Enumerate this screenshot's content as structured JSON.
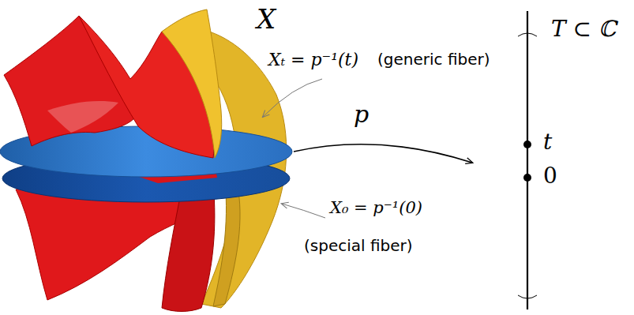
{
  "diagram": {
    "labels": [
      "X",
      "Xₜ = p⁻¹(t)",
      "(generic fiber)",
      "p",
      "X₀ = p⁻¹(0)",
      "(special fiber)",
      "T ⊂ ℂ",
      "t",
      "0"
    ]
  }
}
